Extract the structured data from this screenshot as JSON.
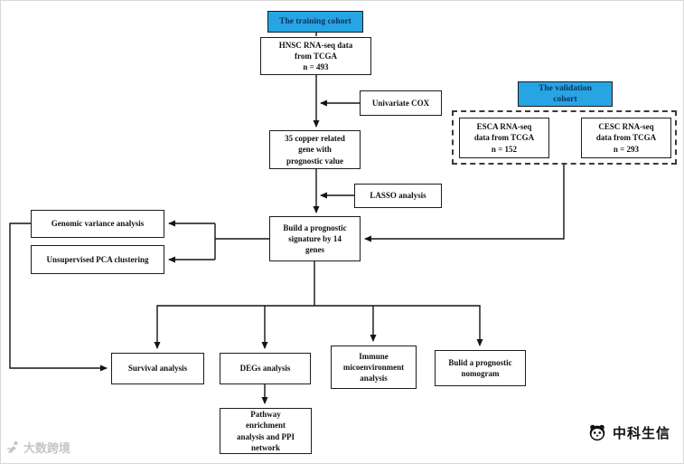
{
  "colors": {
    "accent_blue": "#27a5e3",
    "line_color": "#141414"
  },
  "cohorts": {
    "training": "The training cohort",
    "validation": "The validation\ncohort"
  },
  "boxes": {
    "hnsc": "HNSC RNA-seq data\nfrom TCGA\nn = 493",
    "univariate_cox": "Univariate COX",
    "copper_genes": "35 copper related\ngene with\nprognostic value",
    "lasso": "LASSO analysis",
    "build_signature": "Build a prognostic\nsignature by 14\ngenes",
    "esca": "ESCA RNA-seq\ndata from TCGA\nn = 152",
    "cesc": "CESC RNA-seq\ndata from TCGA\nn = 293",
    "genomic_variance": "Genomic variance analysis",
    "pca_clustering": "Unsupervised PCA clustering",
    "survival": "Survival analysis",
    "degs": "DEGs analysis",
    "immune": "Immune\nmicoenvironment\nanalysis",
    "nomogram": "Bulid a prognostic\nnomogram",
    "pathway": "Pathway\nenrichment\nanalysis and PPI\nnetwork"
  },
  "watermarks": {
    "bottom_left": "大数跨境",
    "bottom_right": "中科生信"
  }
}
